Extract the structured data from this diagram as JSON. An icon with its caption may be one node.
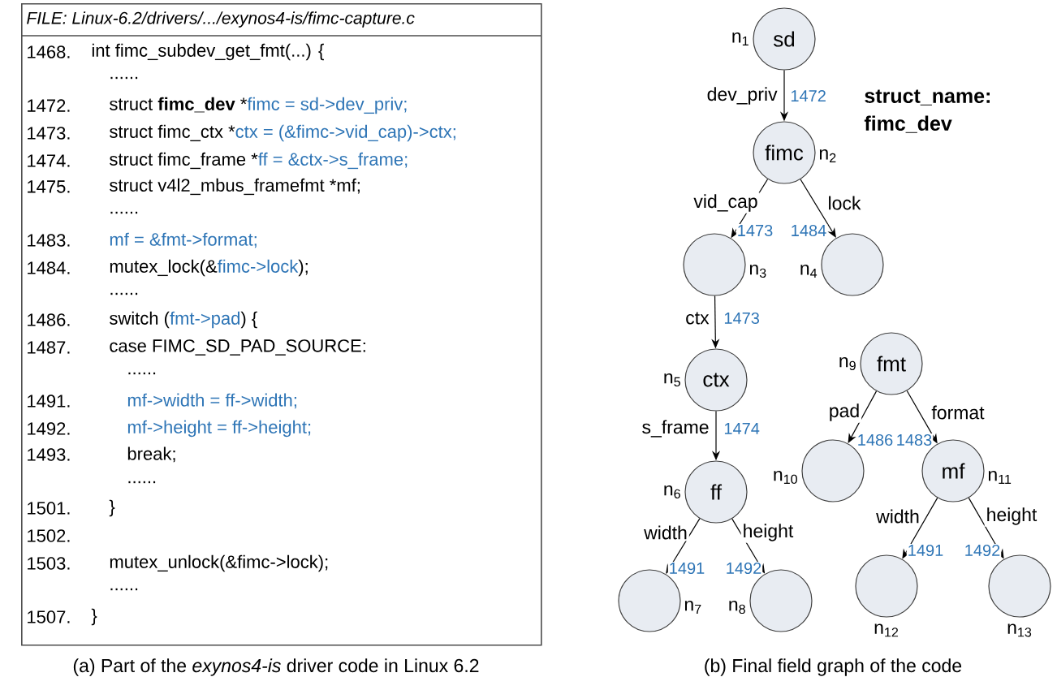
{
  "diagram": {
    "nodes": [
      {
        "text": [
          "FILE: Linux-6.2/drivers/.../exynos4-is/fimc-capture.c",
          "1468.",
          "int fimc_subdev_get_fmt(...) {",
          "......",
          "1472.",
          "struct **fimc_dev** *",
          "fimc = sd->dev_priv;",
          "1473.",
          "struct fimc_ctx *",
          "ctx = (&fimc->vid_cap)->ctx;",
          "1474.",
          "struct fimc_frame *",
          "ff = &ctx->s_frame;",
          "1475.",
          "struct v4l2_mbus_framefmt *mf;",
          "......",
          "1483.",
          "mf = &fmt->format;",
          "1484.",
          "mutex_lock(&",
          "fimc->lock",
          ");",
          "......",
          "1486.",
          "switch (",
          "fmt->pad",
          ") {",
          "1487.",
          "case FIMC_SD_PAD_SOURCE:",
          "......",
          "1491.",
          "mf->width = ff->width;",
          "1492.",
          "mf->height = ff->height;",
          "1493.",
          "break;",
          "......",
          "1501.",
          "}",
          "1502.",
          "1503.",
          "mutex_unlock(&fimc->lock);",
          "......",
          "1507.",
          "}"
        ]
      },
      {
        "text": [
          "sd"
        ],
        "beside": [
          "n$_{1}$"
        ]
      },
      {
        "text": [
          "fimc"
        ],
        "beside": [
          "n$_{2}$"
        ]
      },
      {
        "text": [],
        "shape": "circle",
        "beside": [
          "n$_{3}$"
        ]
      },
      {
        "text": [],
        "shape": "circle",
        "beside": [
          "n$_{4}$"
        ]
      },
      {
        "text": [
          "ctx"
        ],
        "beside": [
          "n$_{5}$"
        ]
      },
      {
        "text": [
          "ff"
        ],
        "beside": [
          "n$_{6}$"
        ]
      },
      {
        "text": [],
        "shape": "circle",
        "beside": [
          "n$_{7}$"
        ]
      },
      {
        "text": [],
        "shape": "circle",
        "beside": [
          "n$_{8}$"
        ]
      },
      {
        "text": [
          "fmt"
        ],
        "beside": [
          "n$_{9}$"
        ]
      },
      {
        "text": [],
        "shape": "circle",
        "beside": [
          "n$_{10}$"
        ]
      },
      {
        "text": [
          "mf"
        ],
        "beside": [
          "n$_{11}$"
        ]
      },
      {
        "text": [],
        "shape": "circle",
        "beside": [
          "n$_{12}$"
        ]
      },
      {
        "text": [],
        "shape": "circle",
        "beside": [
          "n$_{13}$"
        ]
      }
    ],
    "edges": [
      {
        "from": 1,
        "to": 2,
        "arrow": "to",
        "label": "dev_priv"
      },
      {
        "from": 2,
        "to": 3,
        "arrow": "to",
        "label": "vid_cap"
      },
      {
        "from": 2,
        "to": 4,
        "arrow": "to",
        "label": "lock"
      },
      {
        "from": 3,
        "to": 5,
        "arrow": "to",
        "label": "ctx"
      },
      {
        "from": 5,
        "to": 6,
        "arrow": "to",
        "label": "s_frame"
      },
      {
        "from": 6,
        "to": 7,
        "arrow": "to",
        "label": "width"
      },
      {
        "from": 6,
        "to": 8,
        "arrow": "to",
        "label": "height"
      },
      {
        "from": 9,
        "to": 10,
        "arrow": "to",
        "label": "pad"
      },
      {
        "from": 9,
        "to": 11,
        "arrow": "to",
        "label": "format"
      },
      {
        "from": 11,
        "to": 12,
        "arrow": "to",
        "label": "width"
      },
      {
        "from": 11,
        "to": 13,
        "arrow": "to",
        "label": "height"
      }
    ],
    "labels": [
      "struct_name: fimc_dev",
      "1472",
      "1473",
      "1484",
      "1473",
      "1474",
      "1491",
      "1492",
      "1486",
      "1483",
      "1491",
      "1492",
      "(a) Part of the *exynos4-is* driver code in Linux 6.2",
      "(b) Final field graph of the code"
    ]
  }
}
